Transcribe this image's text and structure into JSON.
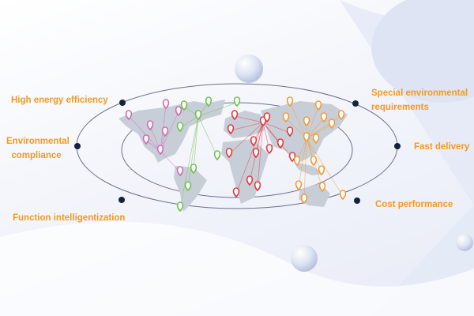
{
  "features": {
    "high_energy_efficiency": "High energy efficiency",
    "environmental_compliance_1": "Environmental",
    "environmental_compliance_2": "compliance",
    "function_intelligentization": "Function intelligentization",
    "special_environmental_1": "Special environmental",
    "special_environmental_2": "requirements",
    "fast_delivery": "Fast delivery",
    "cost_performance": "Cost performance"
  },
  "colors": {
    "label": "#f39a1e",
    "dot": "#16213e",
    "land": "#c7ced8",
    "pin_americas_north": "#d466b8",
    "pin_green": "#6cc24a",
    "pin_red": "#e8343b",
    "pin_orange": "#f59a33"
  }
}
